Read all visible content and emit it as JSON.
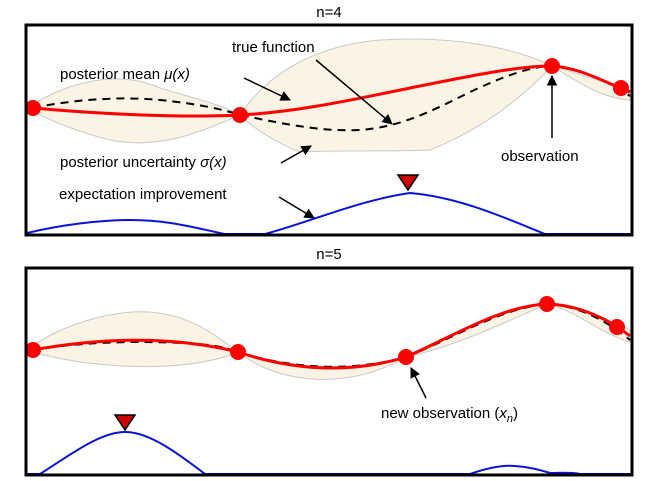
{
  "panels": [
    {
      "title": "n=4",
      "annotations": {
        "posterior_mean": {
          "text": "posterior mean ",
          "math": "μ(x)"
        },
        "true_function": {
          "text": "true function"
        },
        "posterior_uncertainty": {
          "text": "posterior uncertainty ",
          "math": "σ(x)"
        },
        "observation": {
          "text": "observation"
        },
        "expectation_improvement": {
          "text": "expectation improvement"
        }
      },
      "observation_count": 4
    },
    {
      "title": "n=5",
      "annotations": {
        "new_observation": {
          "text": "new observation (",
          "math": "x",
          "sub": "n",
          "close": ")"
        }
      },
      "observation_count": 5
    }
  ],
  "colors": {
    "posterior_mean": "#ff0000",
    "true_function": "#000000",
    "uncertainty_band": "#fbf3e4",
    "expected_improvement": "#0a14d8",
    "observation_marker": "#ff0000",
    "next_point_marker": "#cc0000",
    "frame": "#000000"
  }
}
